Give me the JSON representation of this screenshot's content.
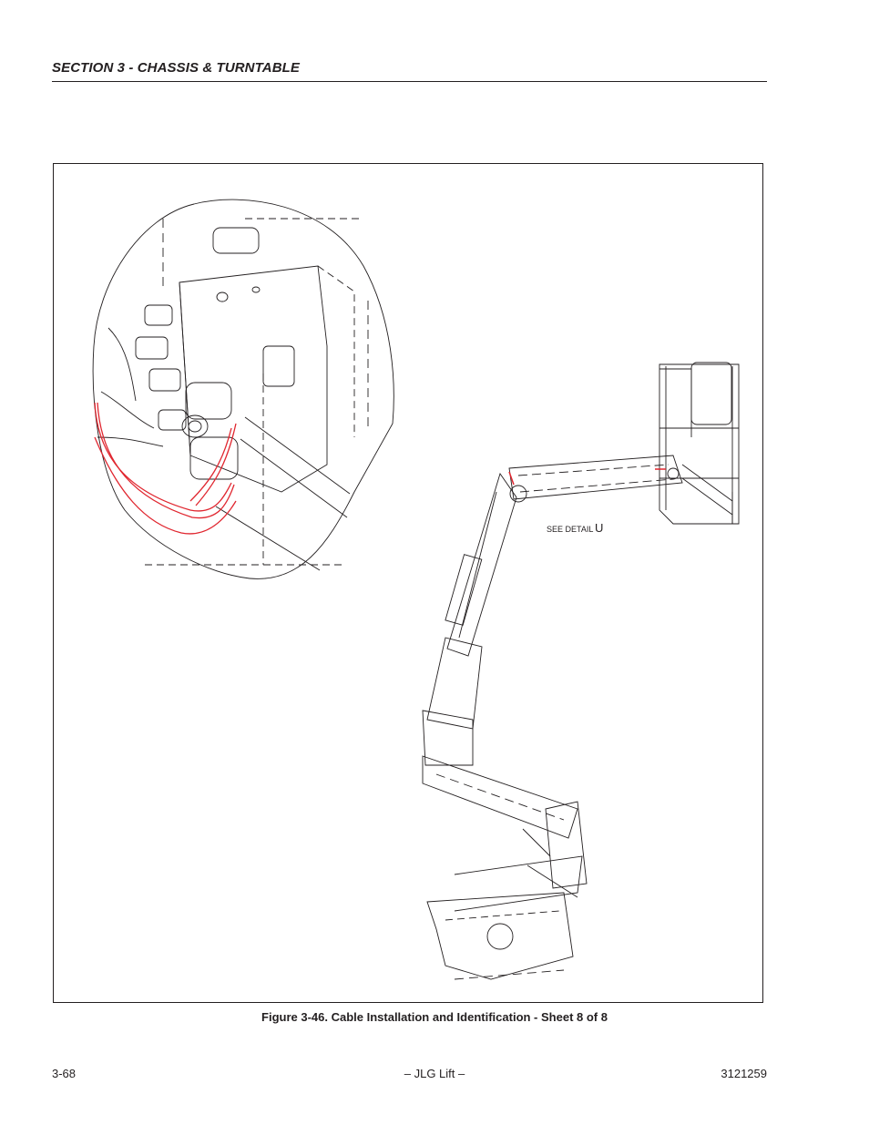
{
  "header": {
    "section_title": "SECTION 3 - CHASSIS & TURNTABLE"
  },
  "figure": {
    "detail_label": "SEE DETAIL",
    "detail_letter": "U",
    "caption": "Figure 3-46.  Cable Installation and Identification - Sheet 8 of 8",
    "colors": {
      "line": "#231f20",
      "cable": "#e0262f"
    }
  },
  "footer": {
    "page_number": "3-68",
    "publisher": "– JLG Lift –",
    "doc_number": "3121259"
  }
}
